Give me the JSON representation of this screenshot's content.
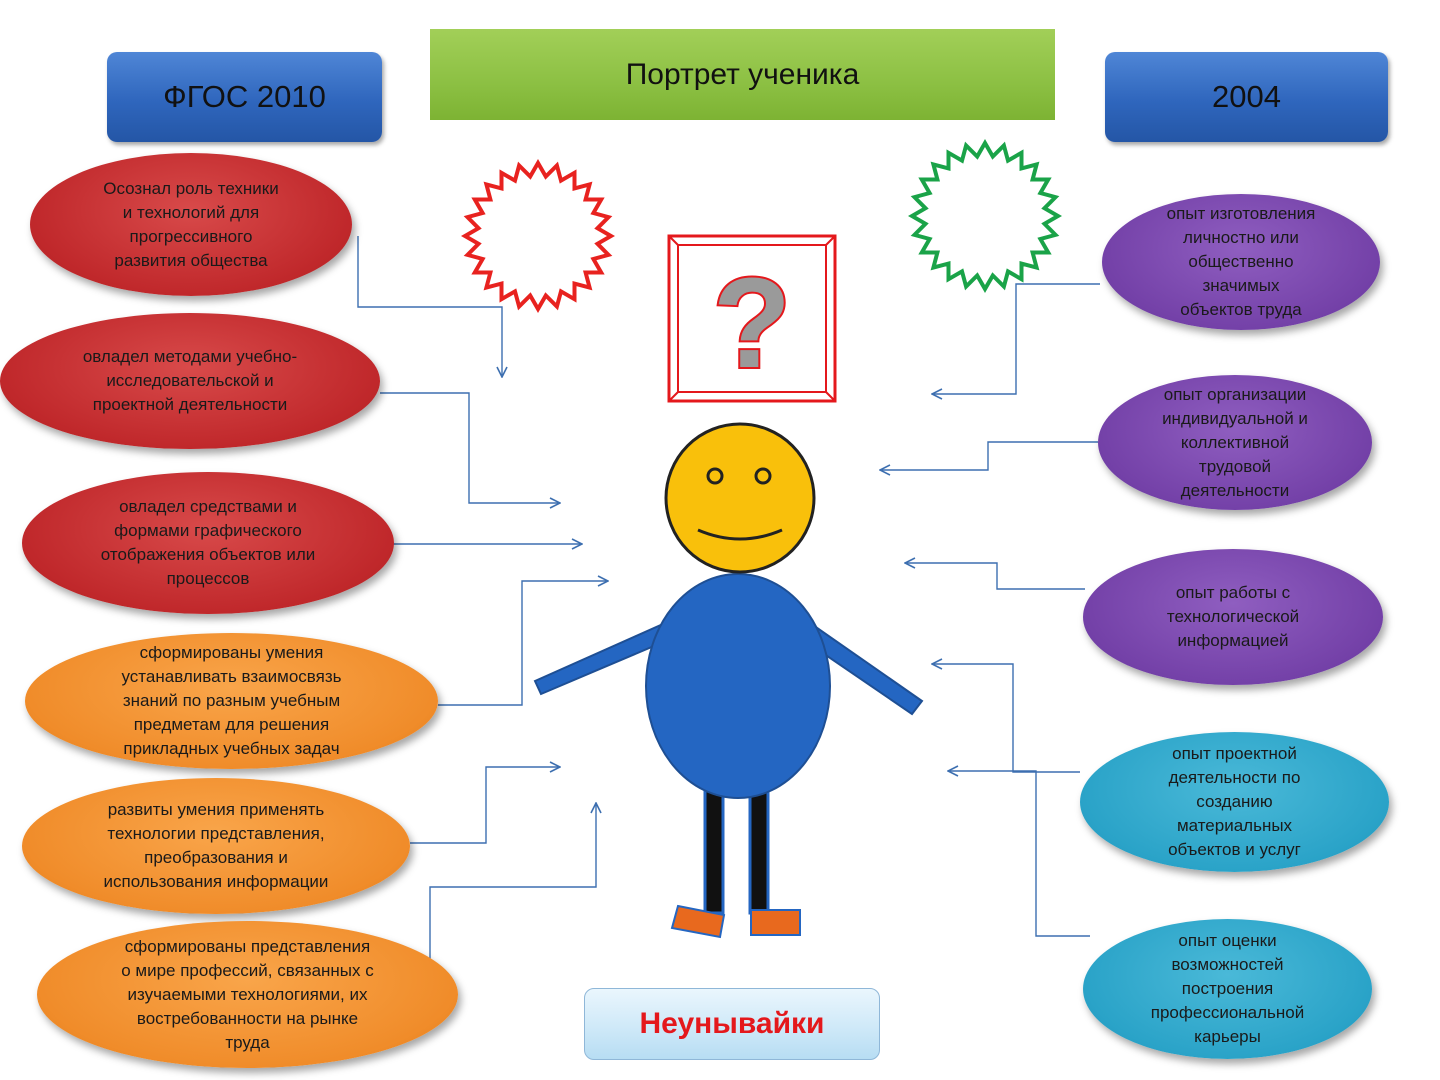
{
  "header": {
    "title": "Портрет ученика",
    "left_label": "ФГОС 2010",
    "right_label": "2004"
  },
  "left_items": [
    "Осознал  роль техники\nи технологий для\nпрогрессивного\nразвития общества",
    "овладел методами учебно-\nисследовательской и\nпроектной деятельности",
    "овладел средствами и\nформами графического\nотображения объектов или\nпроцессов",
    "сформированы умения\nустанавливать взаимосвязь\nзнаний по разным учебным\nпредметам для решения\nприкладных учебных задач",
    "развиты умения применять\nтехнологии представления,\nпреобразования и\nиспользования информации",
    "сформированы представления\nо мире профессий, связанных с\nизучаемыми технологиями, их\nвостребованности на рынке\nтруда"
  ],
  "right_items": [
    "опыт изготовления\nличностно или\nобщественно\nзначимых\nобъектов труда",
    "опыт организации\nиндивидуальной и\nколлективной\nтрудовой\nдеятельности",
    "опыт работы с\nтехнологической\nинформацией",
    "опыт проектной\nдеятельности по\nсозданию\nматериальных\nобъектов и услуг",
    "опыт оценки\nвозможностей\nпостроения\nпрофессиональной\nкарьеры"
  ],
  "question_mark": "?",
  "footer_label": "Неунывайки",
  "colors": {
    "red_oval": "#c0282b",
    "orange_oval": "#f08c2a",
    "purple_oval": "#7441a8",
    "teal_oval": "#2aa3c8",
    "red_star": "#e8221f",
    "green_star": "#1aa348",
    "face": "#f9c00b",
    "body": "#2466c2",
    "shoes": "#e8691e",
    "connector": "#3d6fb0",
    "footer_text": "#e4181c"
  },
  "icons": [
    "red-starburst-icon",
    "green-starburst-icon",
    "question-mark-icon",
    "smiley-person-figure"
  ]
}
